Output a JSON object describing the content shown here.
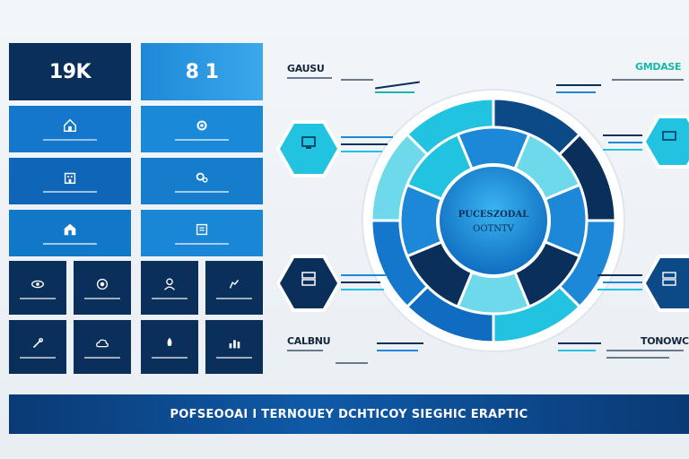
{
  "stats": {
    "left_value": "19K",
    "right_value": "8 1"
  },
  "tiles": {
    "row1_left_caption": "",
    "row2_left_caption": "",
    "row3_left_caption": ""
  },
  "callouts": {
    "top_left_title": "GAUSU",
    "top_right_title": "GMDASE",
    "bottom_left_title": "CALBNU",
    "bottom_right_title": "TONOWC"
  },
  "wheel": {
    "center_line1": "PUCESZODAL",
    "center_line2": "OOTNTV"
  },
  "banner": {
    "title": "POFSEOOAI I TERNOUEY DCHTICOY SIEGHIC ERAPTIC"
  },
  "colors": {
    "navy": "#0b2f5b",
    "blue": "#0f6cc0",
    "mid_blue": "#1e88d8",
    "cyan": "#22c3e0",
    "light_cyan": "#6fd9ec",
    "teal": "#18b8a8"
  }
}
